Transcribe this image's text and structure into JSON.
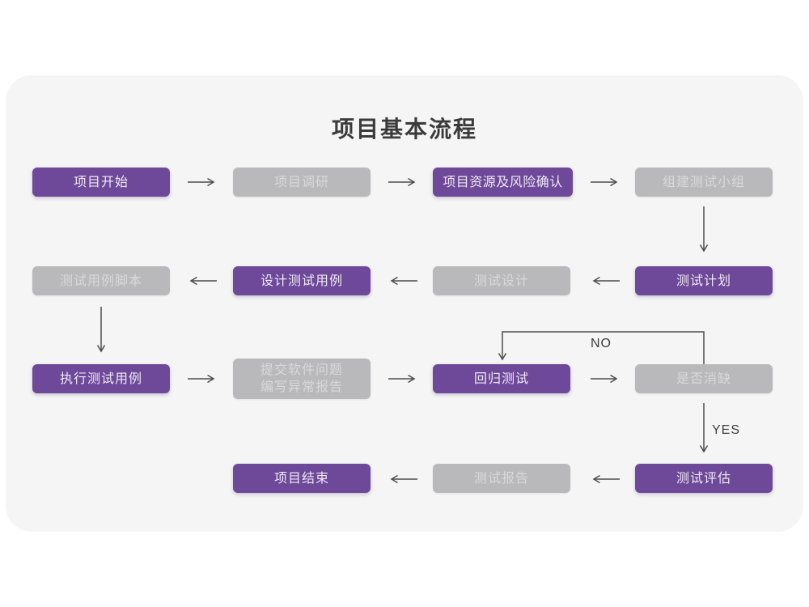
{
  "title": "项目基本流程",
  "colors": {
    "page_bg": "#FFFFFF",
    "card_bg": "#F5F5F6",
    "node_purple": "#6E4899",
    "node_purple_text": "#EFEAF4",
    "node_gray": "#B9B9BB",
    "node_gray_text": "#D9D9DB",
    "arrow": "#4D4D4D",
    "title_text": "#3B3B3B"
  },
  "nodes": [
    {
      "id": "project-start",
      "label": "项目开始",
      "variant": "purple"
    },
    {
      "id": "project-research",
      "label": "项目调研",
      "variant": "gray"
    },
    {
      "id": "resources-risk",
      "label": "项目资源及风险确认",
      "variant": "purple"
    },
    {
      "id": "build-test-team",
      "label": "组建测试小组",
      "variant": "gray"
    },
    {
      "id": "test-case-script",
      "label": "测试用例脚本",
      "variant": "gray"
    },
    {
      "id": "design-test-case",
      "label": "设计测试用例",
      "variant": "purple"
    },
    {
      "id": "test-design",
      "label": "测试设计",
      "variant": "gray"
    },
    {
      "id": "test-plan",
      "label": "测试计划",
      "variant": "purple"
    },
    {
      "id": "run-test-case",
      "label": "执行测试用例",
      "variant": "purple"
    },
    {
      "id": "submit-issues",
      "label": "提交软件问题\n编写异常报告",
      "variant": "gray"
    },
    {
      "id": "regression-test",
      "label": "回归测试",
      "variant": "purple"
    },
    {
      "id": "defect-cleared",
      "label": "是否消缺",
      "variant": "gray"
    },
    {
      "id": "project-end",
      "label": "项目结束",
      "variant": "purple"
    },
    {
      "id": "test-report",
      "label": "测试报告",
      "variant": "gray"
    },
    {
      "id": "test-evaluation",
      "label": "测试评估",
      "variant": "purple"
    }
  ],
  "edge_labels": {
    "no": "NO",
    "yes": "YES"
  },
  "edges": [
    {
      "from": "项目开始",
      "to": "项目调研"
    },
    {
      "from": "项目调研",
      "to": "项目资源及风险确认"
    },
    {
      "from": "项目资源及风险确认",
      "to": "组建测试小组"
    },
    {
      "from": "组建测试小组",
      "to": "测试计划"
    },
    {
      "from": "测试计划",
      "to": "测试设计"
    },
    {
      "from": "测试设计",
      "to": "设计测试用例"
    },
    {
      "from": "设计测试用例",
      "to": "测试用例脚本"
    },
    {
      "from": "测试用例脚本",
      "to": "执行测试用例"
    },
    {
      "from": "执行测试用例",
      "to": "提交软件问题 编写异常报告"
    },
    {
      "from": "提交软件问题 编写异常报告",
      "to": "回归测试"
    },
    {
      "from": "回归测试",
      "to": "是否消缺"
    },
    {
      "from": "是否消缺",
      "to": "回归测试",
      "label": "NO"
    },
    {
      "from": "是否消缺",
      "to": "测试评估",
      "label": "YES"
    },
    {
      "from": "测试评估",
      "to": "测试报告"
    },
    {
      "from": "测试报告",
      "to": "项目结束"
    }
  ]
}
